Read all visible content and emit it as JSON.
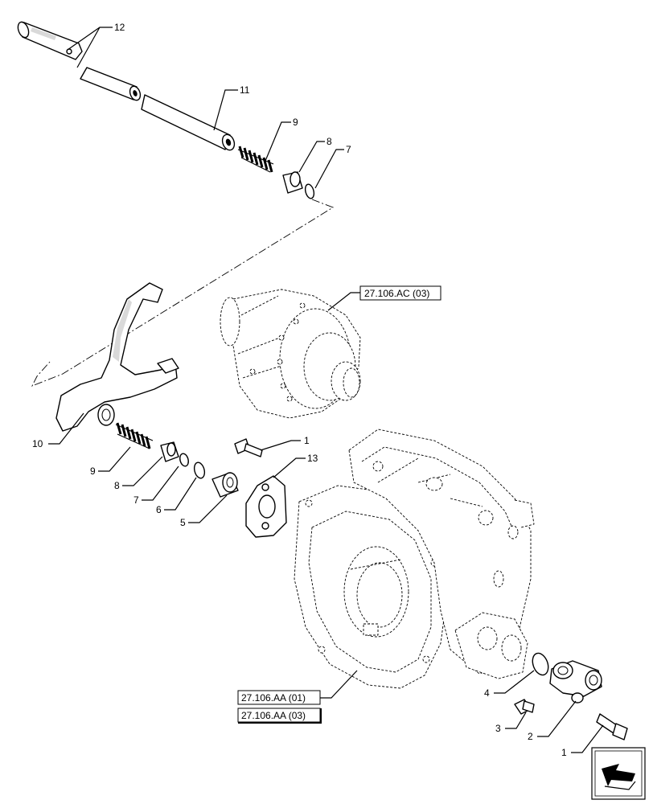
{
  "callouts": {
    "c1a": "1",
    "c1b": "1",
    "c2": "2",
    "c3": "3",
    "c4": "4",
    "c5": "5",
    "c6": "6",
    "c7a": "7",
    "c7b": "7",
    "c8a": "8",
    "c8b": "8",
    "c9a": "9",
    "c9b": "9",
    "c10": "10",
    "c11": "11",
    "c12": "12",
    "c13": "13"
  },
  "references": {
    "differential": "27.106.AC (03)",
    "housing_a": "27.106.AA (01)",
    "housing_b": "27.106.AA (03)"
  },
  "icons": {
    "nav": "arrow-back-icon"
  }
}
